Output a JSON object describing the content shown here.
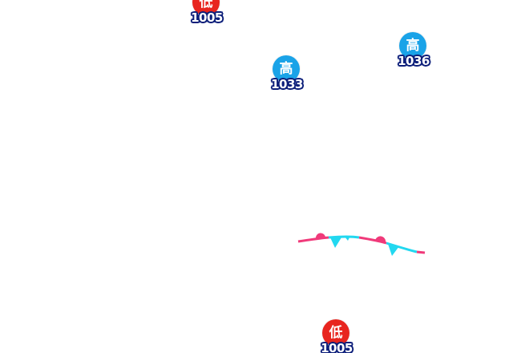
{
  "map": {
    "colors": {
      "low": "#e8251f",
      "high": "#1aa3e8",
      "value_text": "#ffffff",
      "value_outline": "#0d1f7a",
      "warm_front": "#f03a7a",
      "cold_front": "#22d8f0"
    },
    "pressure_centers": [
      {
        "id": "low-1",
        "type": "low",
        "label": "低",
        "value": "1005"
      },
      {
        "id": "high-1",
        "type": "high",
        "label": "高",
        "value": "1036"
      },
      {
        "id": "high-2",
        "type": "high",
        "label": "高",
        "value": "1033"
      },
      {
        "id": "low-2",
        "type": "low",
        "label": "低",
        "value": "1005"
      }
    ],
    "fronts": [
      {
        "type": "stationary"
      }
    ]
  }
}
